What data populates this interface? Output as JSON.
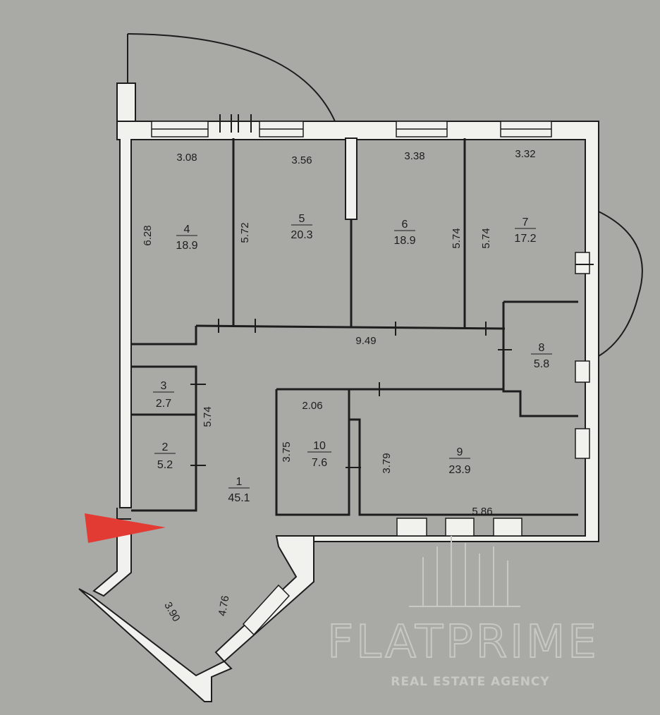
{
  "rooms": [
    {
      "id": "1",
      "number": "1",
      "area": "45.1"
    },
    {
      "id": "2",
      "number": "2",
      "area": "5.2"
    },
    {
      "id": "3",
      "number": "3",
      "area": "2.7"
    },
    {
      "id": "4",
      "number": "4",
      "area": "18.9"
    },
    {
      "id": "5",
      "number": "5",
      "area": "20.3"
    },
    {
      "id": "6",
      "number": "6",
      "area": "18.9"
    },
    {
      "id": "7",
      "number": "7",
      "area": "17.2"
    },
    {
      "id": "8",
      "number": "8",
      "area": "5.8"
    },
    {
      "id": "9",
      "number": "9",
      "area": "23.9"
    },
    {
      "id": "10",
      "number": "10",
      "area": "7.6"
    }
  ],
  "dimensions": {
    "room4_width": "3.08",
    "room5_width": "3.56",
    "room6_width": "3.38",
    "room7_width": "3.32",
    "room4_depth": "6.28",
    "room5_depth": "5.72",
    "room6_depth": "5.74",
    "room7_depth": "5.74",
    "corridor_length": "9.49",
    "hall_depth": "5.74",
    "room10_width": "2.06",
    "room10_depth": "3.75",
    "room9_depth": "3.79",
    "room9_width": "5.86",
    "loggia_width": "3.90",
    "loggia_depth": "4.76"
  },
  "watermark": {
    "brand": "FLATPRIME",
    "tagline": "REAL ESTATE AGENCY"
  },
  "colors": {
    "paper": "#a9aaa6",
    "wall": "#f1f1ee",
    "line": "#1d1d1d",
    "entrance_arrow": "#e23b33",
    "watermark": "#c8c8c4"
  }
}
